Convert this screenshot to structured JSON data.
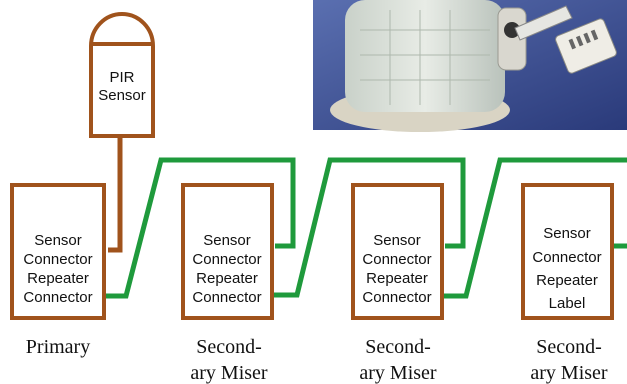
{
  "colors": {
    "box_stroke": "#a0531c",
    "wire_green": "#1f9a3c",
    "background": "#ffffff",
    "text": "#111111"
  },
  "sensor": {
    "line1": "PIR",
    "line2": "Sensor"
  },
  "units": [
    {
      "lines": [
        "Sensor",
        "Connector",
        "Repeater",
        "Connector"
      ],
      "caption": [
        "Primary"
      ]
    },
    {
      "lines": [
        "Sensor",
        "Connector",
        "Repeater",
        "Connector"
      ],
      "caption": [
        "Second-",
        "ary Miser"
      ]
    },
    {
      "lines": [
        "Sensor",
        "Connector",
        "Repeater",
        "Connector"
      ],
      "caption": [
        "Second-",
        "ary Miser"
      ]
    },
    {
      "lines": [
        "Sensor",
        "Connector",
        "Repeater",
        "Label"
      ],
      "caption": [
        "Second-",
        "ary Miser"
      ]
    }
  ],
  "photo": {
    "description_icon": "device-photo"
  }
}
